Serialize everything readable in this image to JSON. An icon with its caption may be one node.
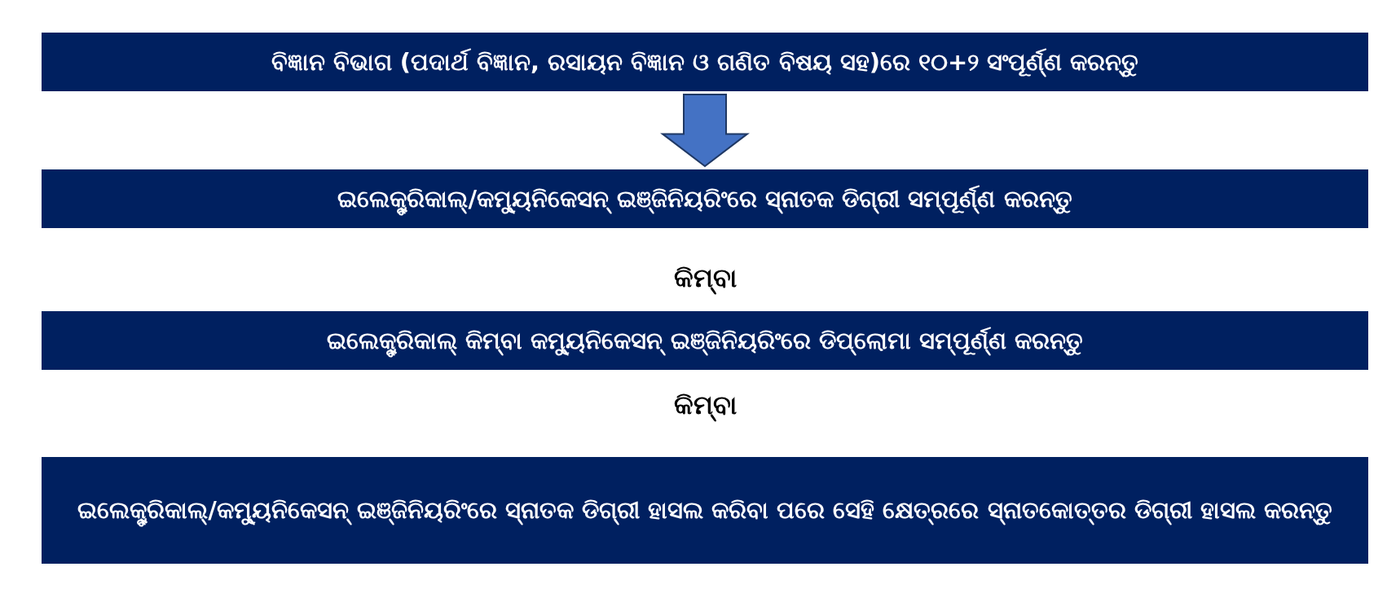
{
  "diagram": {
    "nodes": [
      {
        "text": [
          "ବିଜ୍ଞାନ ବିଭାଗ (ପଦାର୍ଥ ବିଜ୍ଞାନ, ରସାୟନ ବିଜ୍ଞାନ ଓ ଗଣିତ ବିଷୟ ସହ)ରେ ୧୦+୨ ସଂପୂର୍ଣ୍ଣ କରନ୍ତୁ"
        ]
      },
      {
        "text": [
          "ଇଲେକ୍ଟ୍ରିକାଲ୍/କମ୍ୟୁନିକେସନ୍ ଇଞ୍ଜିନିୟରିଂରେ ସ୍ନାତକ ଡିଗ୍ରୀ ସମ୍ପୂର୍ଣ୍ଣ କରନ୍ତୁ"
        ]
      },
      {
        "text": [
          "ଇଲେକ୍ଟ୍ରିକାଲ୍ କିମ୍ବା କମ୍ୟୁନିକେସନ୍ ଇଞ୍ଜିନିୟରିଂରେ ଡିପ୍ଲୋମା ସମ୍ପୂର୍ଣ୍ଣ କରନ୍ତୁ"
        ]
      },
      {
        "text": [
          "ଇଲେକ୍ଟ୍ରିକାଲ୍/କମ୍ୟୁନିକେସନ୍ ଇଞ୍ଜିନିୟରିଂରେ ସ୍ନାତକ ଡିଗ୍ରୀ ହାସଲ କରିବା ପରେ ସେହି କ୍ଷେତ୍ରରେ ସ୍ନାତକୋତ୍ତର ଡିଗ୍ରୀ ହାସଲ କରନ୍ତୁ"
        ]
      }
    ],
    "edges": [
      {
        "from": 0,
        "to": 1,
        "arrow": "to"
      }
    ],
    "labels": [
      "କିମ୍ବା",
      "କିମ୍ବା"
    ]
  }
}
